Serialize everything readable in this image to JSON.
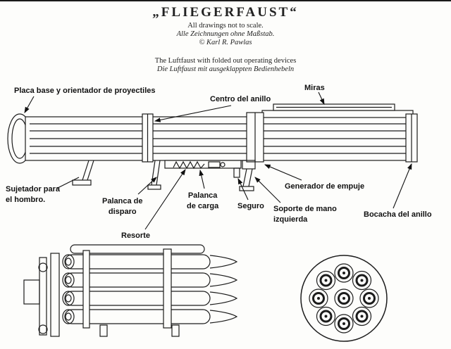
{
  "header": {
    "title": "„FLIEGERFAUST“",
    "note_en": "All drawings not to scale.",
    "note_de": "Alle Zeichnungen ohne Maßstab.",
    "copyright": "© Karl R. Pawlas",
    "caption_en": "The Luftfaust with folded out operating devices",
    "caption_de": "Die Luftfaust mit ausgeklappten Bedienhebeln"
  },
  "labels": {
    "base_plate": "Placa base y orientador de proyectiles",
    "ring_center": "Centro del anillo",
    "sights": "Miras",
    "shoulder_rest": "Sujetador para\nel hombro.",
    "trigger_lever": "Palanca de\ndisparo",
    "cocking_lever": "Palanca\nde carga",
    "spring": "Resorte",
    "safety": "Seguro",
    "left_hand_support": "Soporte de mano\nizquierda",
    "thrust_generator": "Generador de empuje",
    "ring_muzzle": "Bocacha del anillo"
  }
}
